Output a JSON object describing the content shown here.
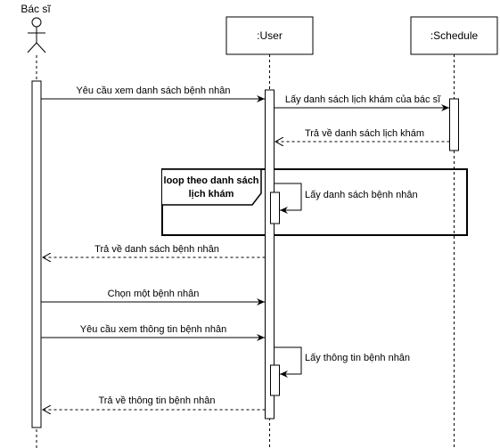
{
  "actor": {
    "name": "Bác sĩ"
  },
  "lifelines": {
    "user": ":User",
    "schedule": ":Schedule"
  },
  "loop": {
    "title_line1": "loop theo danh sách",
    "title_line2": "lịch khám"
  },
  "messages": {
    "m1": "Yêu cầu xem danh sách bệnh nhân",
    "m2": "Lấy danh sách lịch khám của bác sĩ",
    "m3": "Trả về danh sách lịch khám",
    "m4": "Lấy danh sách bệnh nhân",
    "m5": "Trả về danh sách bệnh nhân",
    "m6": "Chọn một bệnh nhân",
    "m7": "Yêu cầu xem thông tin bệnh nhân",
    "m8": "Lấy thông tin bệnh nhân",
    "m9": "Trả về thông tin bệnh nhân"
  }
}
